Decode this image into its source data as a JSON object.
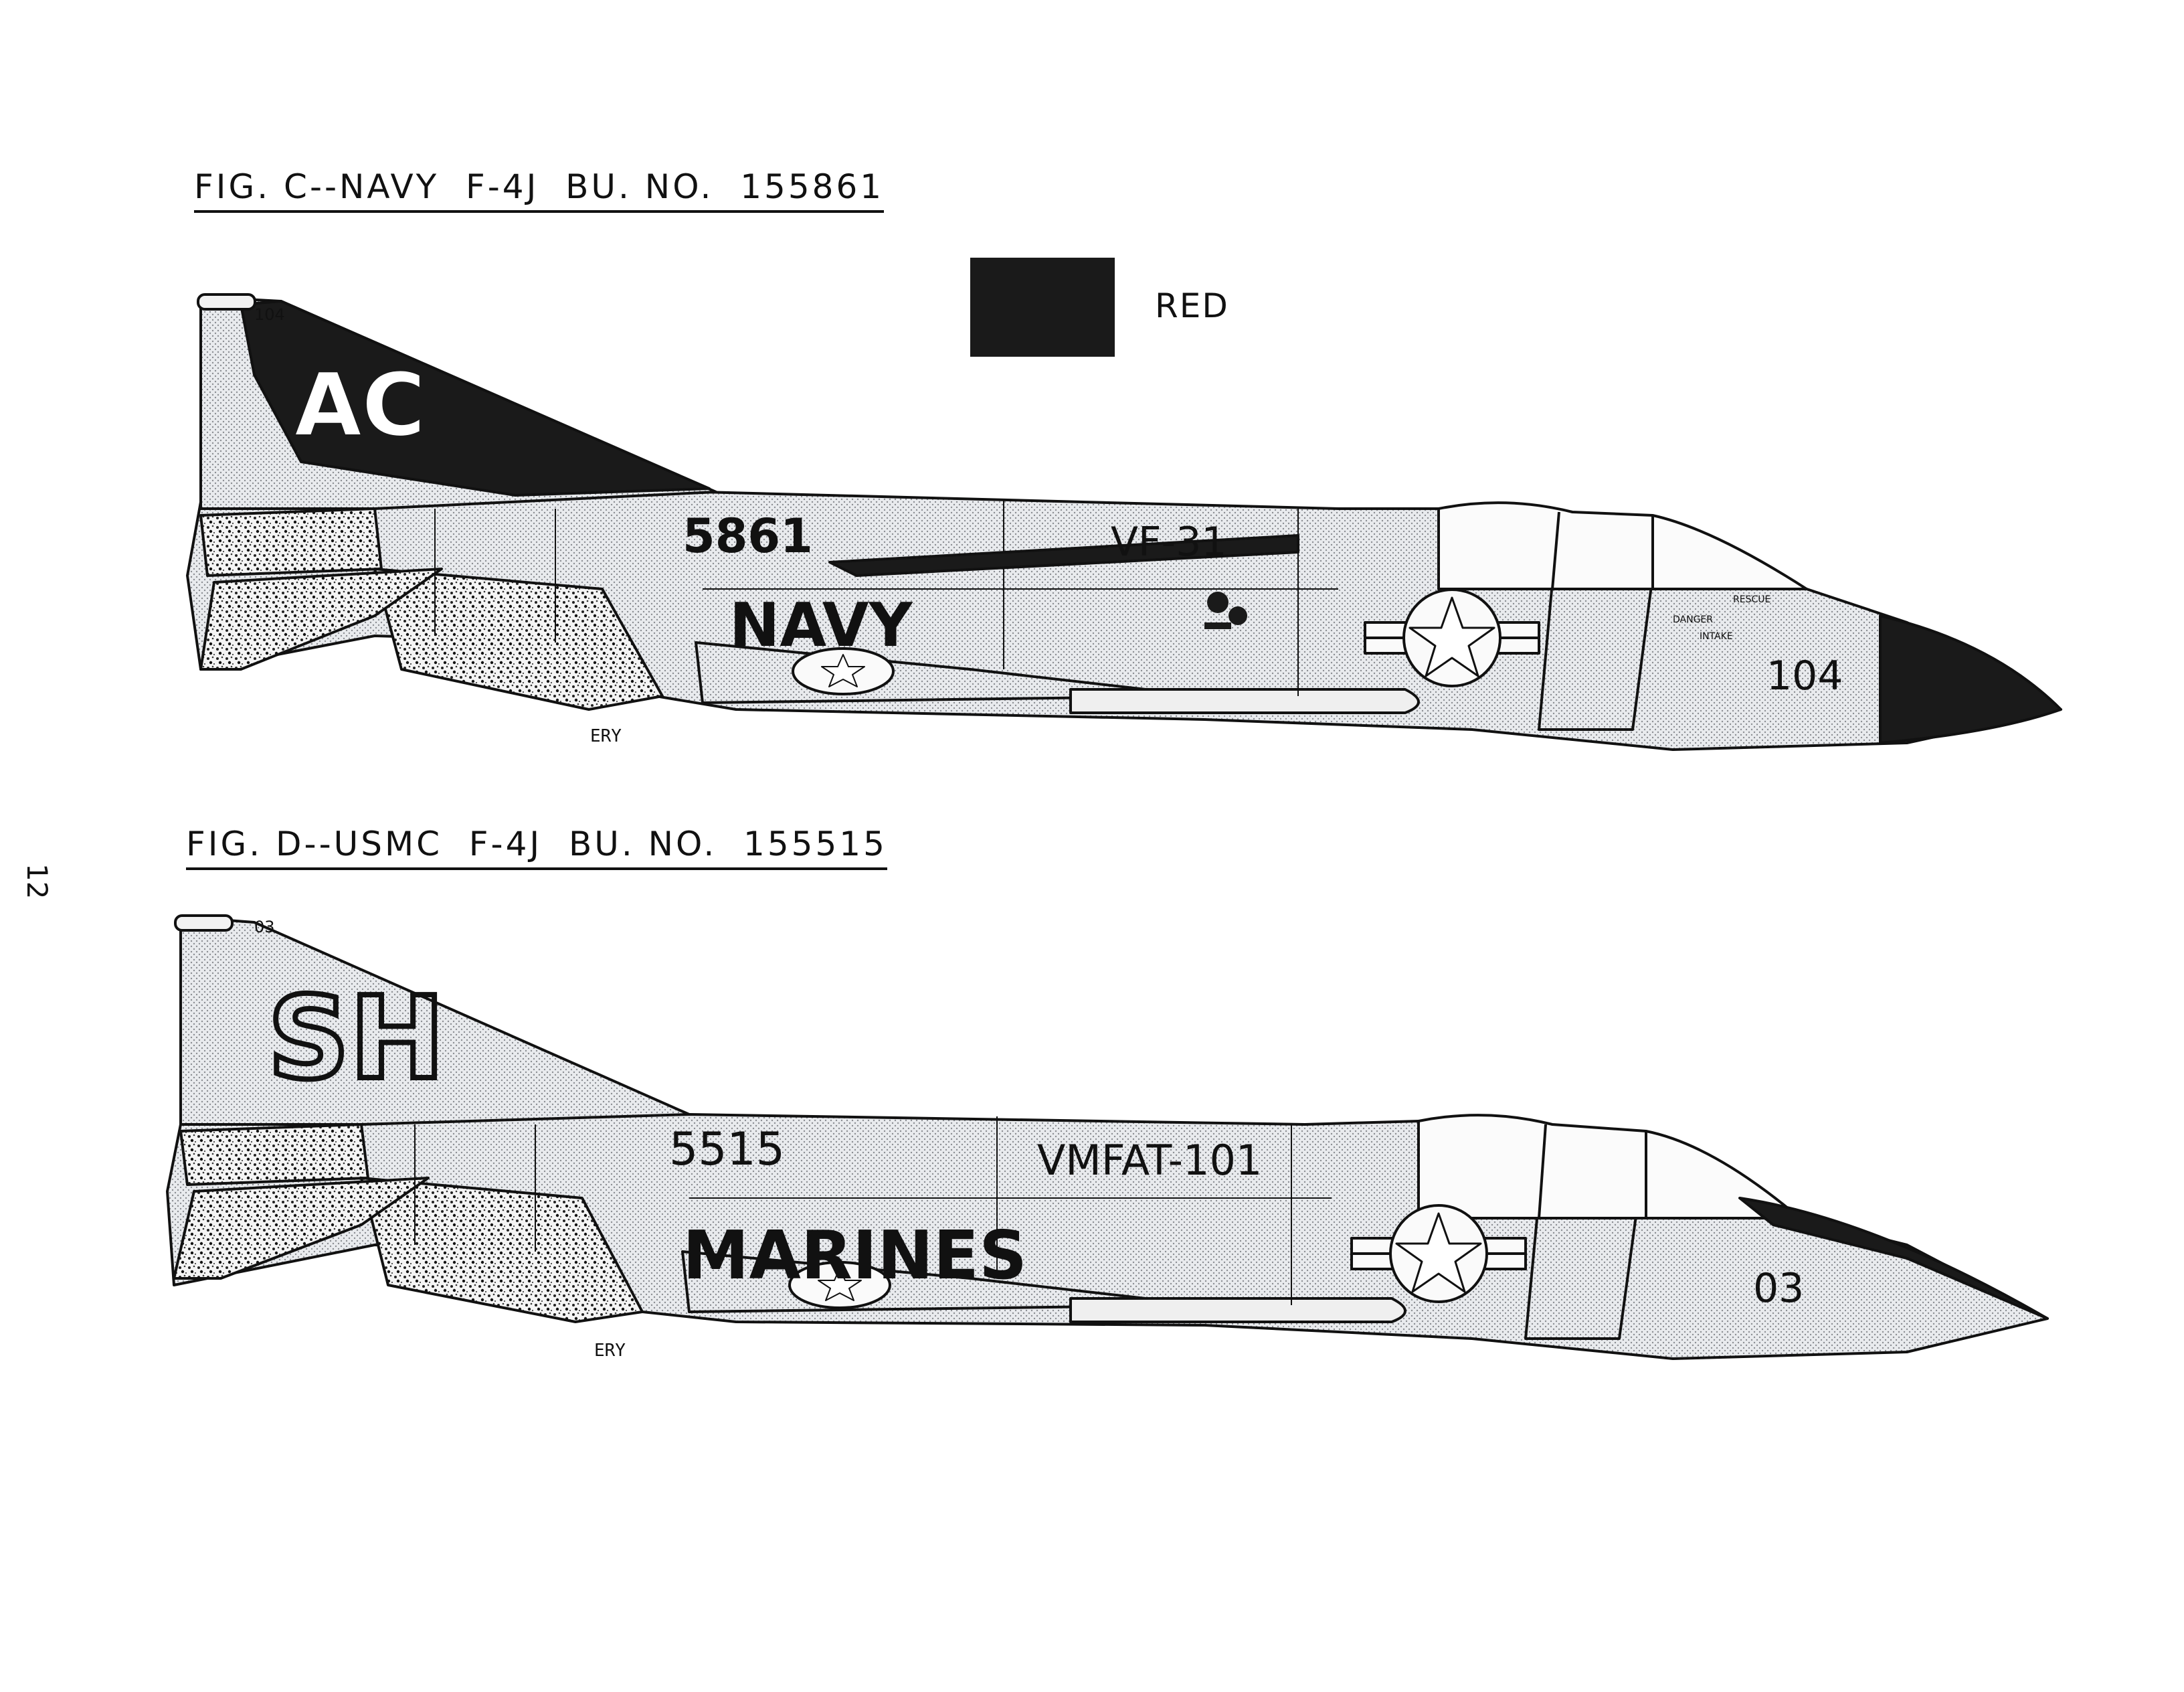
{
  "page": {
    "page_number": "12",
    "legend": {
      "label": "RED",
      "color": "#1a1a1a"
    }
  },
  "figures": [
    {
      "caption": "FIG. C--NAVY  F-4J  BU. NO.  155861",
      "artist_initials": "ERY",
      "markings": {
        "tail_code": "AC",
        "tail_modex": "104",
        "serial": "5861",
        "squadron": "VF-31",
        "service": "NAVY",
        "nose_modex": "104",
        "stencil_rescue": "RESCUE",
        "stencil_danger": "DANGER",
        "stencil_intake": "INTAKE"
      }
    },
    {
      "caption": "FIG. D--USMC  F-4J  BU. NO.  155515",
      "artist_initials": "ERY",
      "markings": {
        "tail_code": "SH",
        "tail_modex": "03",
        "serial": "5515",
        "squadron": "VMFAT-101",
        "service": "MARINES",
        "nose_modex": "03"
      }
    }
  ]
}
